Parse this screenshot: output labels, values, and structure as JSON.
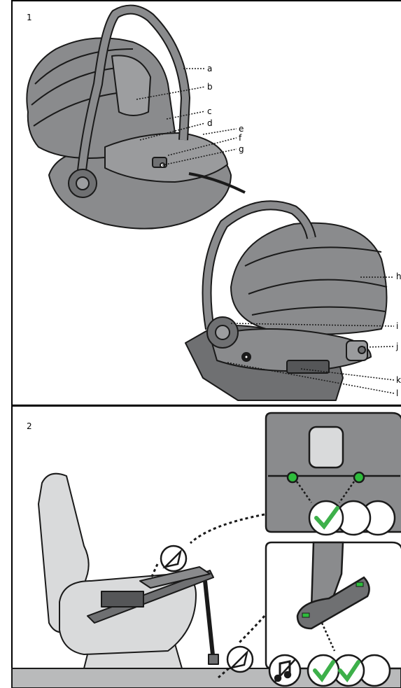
{
  "steps": [
    {
      "number": "1"
    },
    {
      "number": "2"
    }
  ],
  "callouts": [
    "a",
    "b",
    "c",
    "d",
    "e",
    "f",
    "g",
    "h",
    "i",
    "j",
    "k",
    "l"
  ],
  "colors": {
    "seat_gray": "#8a8b8d",
    "seat_dark": "#6f7072",
    "outline": "#1a1a1a",
    "check_green": "#3db04a",
    "indicator_green": "#2ebd3c",
    "vehicle_seat": "#d9dadb",
    "floor": "#b9babb"
  },
  "icons": [
    "check-icon",
    "check-icon",
    "music-note-crossed-icon",
    "install-arrow-icon",
    "install-arrow-icon"
  ]
}
